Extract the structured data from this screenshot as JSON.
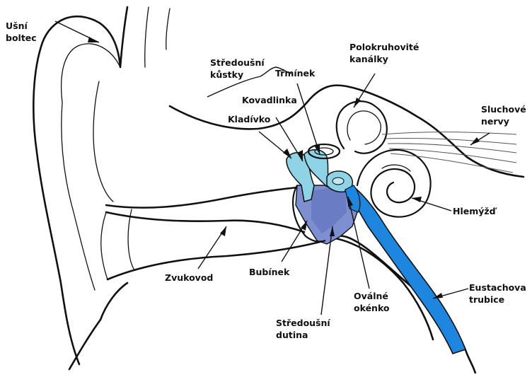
{
  "labels": {
    "pinna": [
      "Ušní",
      "boltec"
    ],
    "ossicles": [
      "Středoušní",
      "kůstky"
    ],
    "stapes": "Třmínek",
    "incus": "Kovadlinka",
    "malleus": "Kladívko",
    "canals": [
      "Polokruhovité",
      "kanálky"
    ],
    "nerves": [
      "Sluchové",
      "nervy"
    ],
    "cochlea": "Hlemýžď",
    "canal": "Zvukovod",
    "eardrum": "Bubínek",
    "middle_ear": [
      "Středoušní",
      "dutina"
    ],
    "oval_window": [
      "Oválné",
      "okénko"
    ],
    "tube": [
      "Eustachova",
      "trubice"
    ]
  },
  "colors": {
    "ossicle_light": "#8fd3e6",
    "middle_ear_cavity": "#7d8fd0",
    "eustachian_tube": "#1f86e0",
    "outline": "#111111"
  }
}
